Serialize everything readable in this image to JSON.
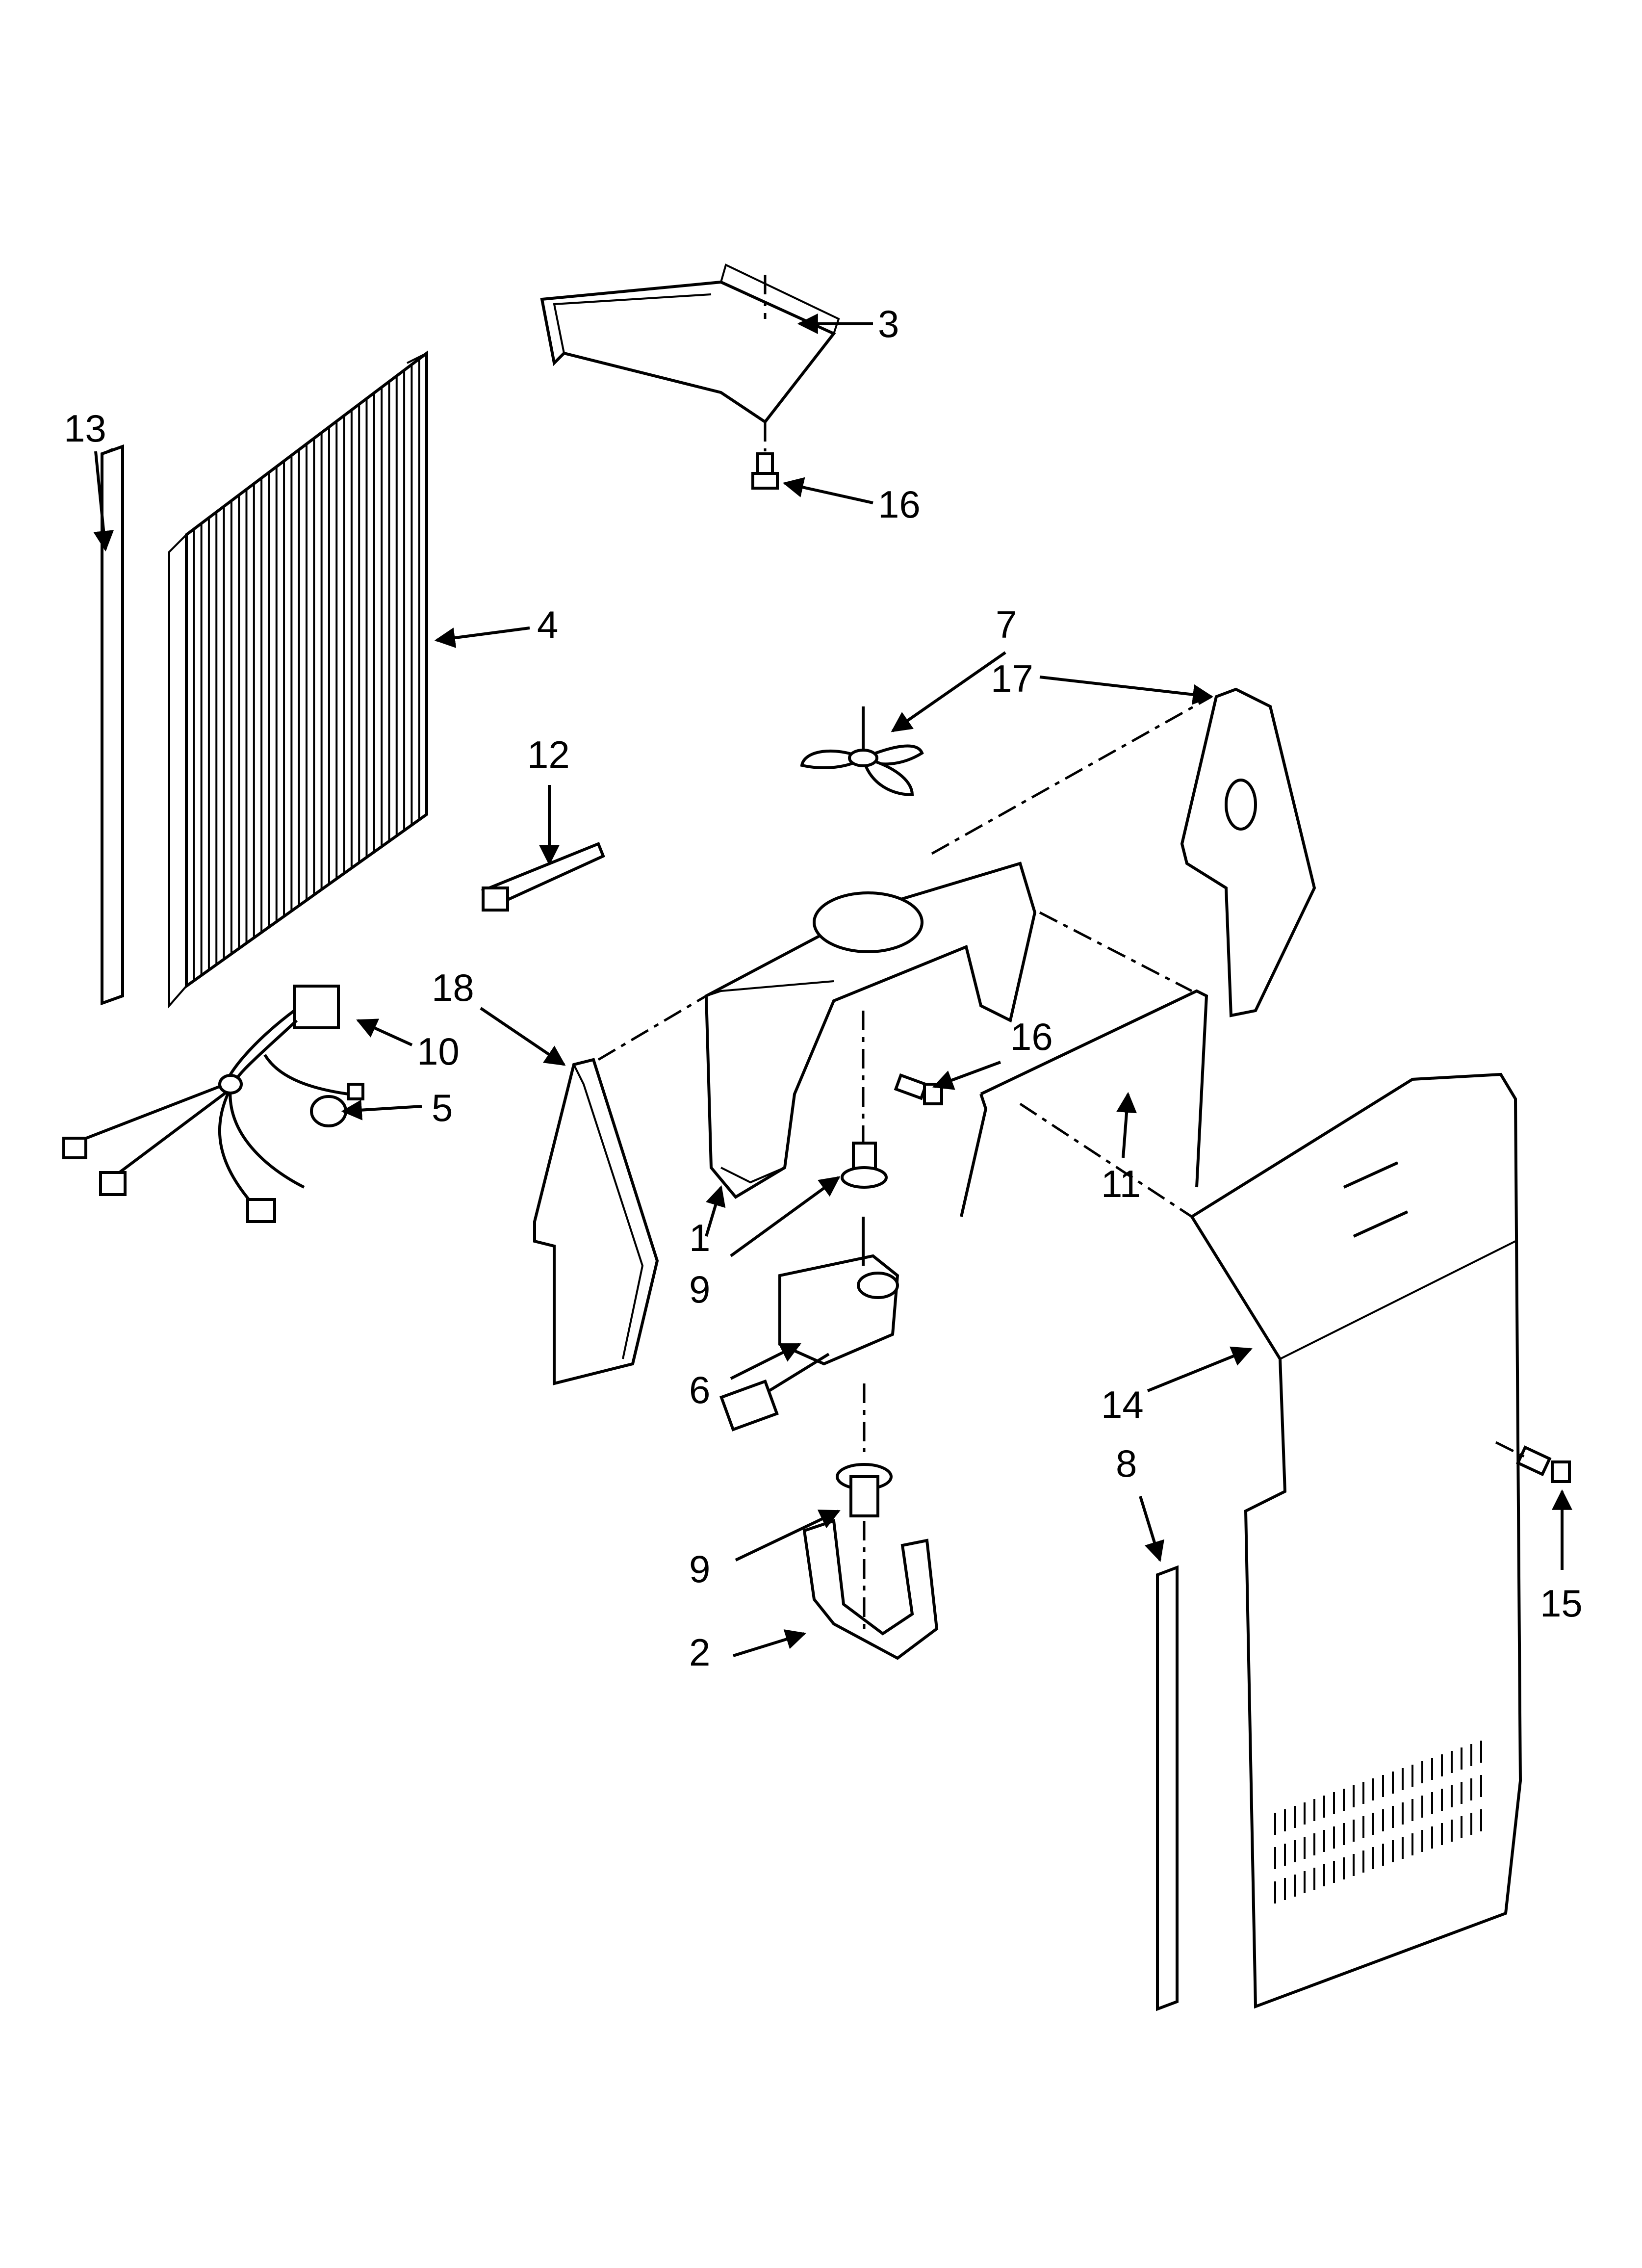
{
  "diagram": {
    "callouts": [
      "1",
      "2",
      "3",
      "4",
      "5",
      "6",
      "7",
      "8",
      "9",
      "9",
      "10",
      "11",
      "12",
      "13",
      "14",
      "15",
      "16",
      "16",
      "17",
      "18"
    ]
  }
}
